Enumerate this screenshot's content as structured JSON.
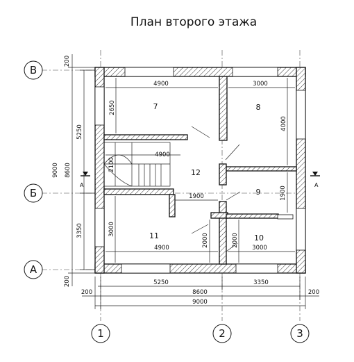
{
  "title": "План второго этажа",
  "axes": {
    "rows": [
      "В",
      "Б",
      "А"
    ],
    "cols": [
      "1",
      "2",
      "3"
    ]
  },
  "rooms": [
    "7",
    "8",
    "12",
    "9",
    "11",
    "10"
  ],
  "section_mark": "А",
  "dims": {
    "top_7": "4900",
    "top_8": "3000",
    "r7_h": "2650",
    "r8_h": "4000",
    "stair_w": "4900",
    "stair_h": "2100",
    "corr_w": "1900",
    "r9_h": "1900",
    "r11_h": "3000",
    "r11_w": "4900",
    "r10_w": "3000",
    "door_a": "2000",
    "door_b": "2000",
    "left_200_top": "200",
    "left_5250": "5250",
    "left_9000": "9000",
    "left_8600": "8600",
    "left_3350": "3350",
    "left_200_bot": "200",
    "bot_5250": "5250",
    "bot_3350": "3350",
    "bot_200_l": "200",
    "bot_8600": "8600",
    "bot_200_r": "200",
    "bot_9000": "9000"
  }
}
